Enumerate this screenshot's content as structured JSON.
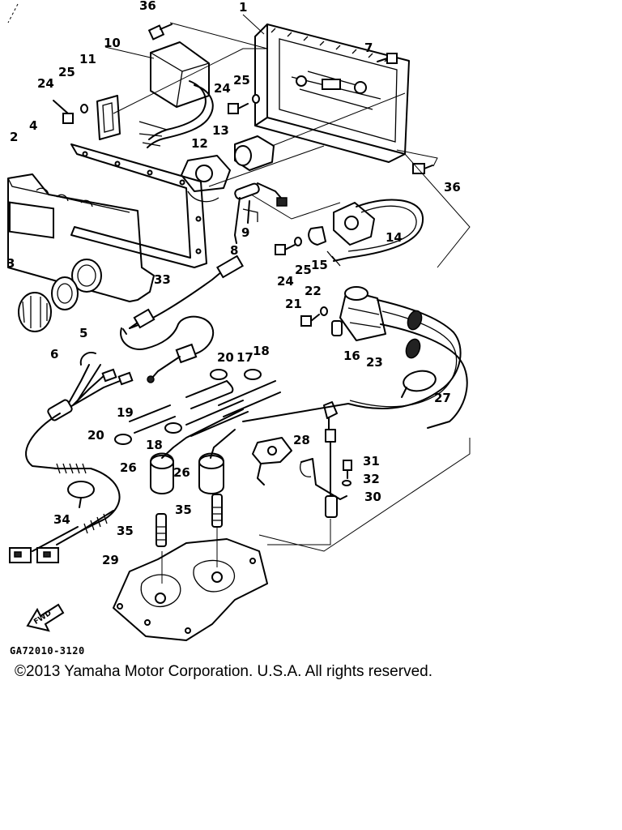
{
  "diagram": {
    "code": "GA72010-3120",
    "copyright": "©2013 Yamaha Motor Corporation. U.S.A. All rights reserved.",
    "fwd_label": "FWD",
    "labels": {
      "l1": "1",
      "l2": "2",
      "l3": "3",
      "l4": "4",
      "l5": "5",
      "l6": "6",
      "l7": "7",
      "l8": "8",
      "l9": "9",
      "l10": "10",
      "l11": "11",
      "l12": "12",
      "l13": "13",
      "l14": "14",
      "l15": "15",
      "l16": "16",
      "l17": "17",
      "l18a": "18",
      "l18b": "18",
      "l19": "19",
      "l20a": "20",
      "l20b": "20",
      "l21": "21",
      "l22": "22",
      "l23": "23",
      "l24a": "24",
      "l24b": "24",
      "l24c": "24",
      "l25a": "25",
      "l25b": "25",
      "l25c": "25",
      "l26a": "26",
      "l26b": "26",
      "l27": "27",
      "l28": "28",
      "l29": "29",
      "l30": "30",
      "l31": "31",
      "l32": "32",
      "l33": "33",
      "l34": "34",
      "l35a": "35",
      "l35b": "35",
      "l36a": "36",
      "l36b": "36"
    }
  }
}
